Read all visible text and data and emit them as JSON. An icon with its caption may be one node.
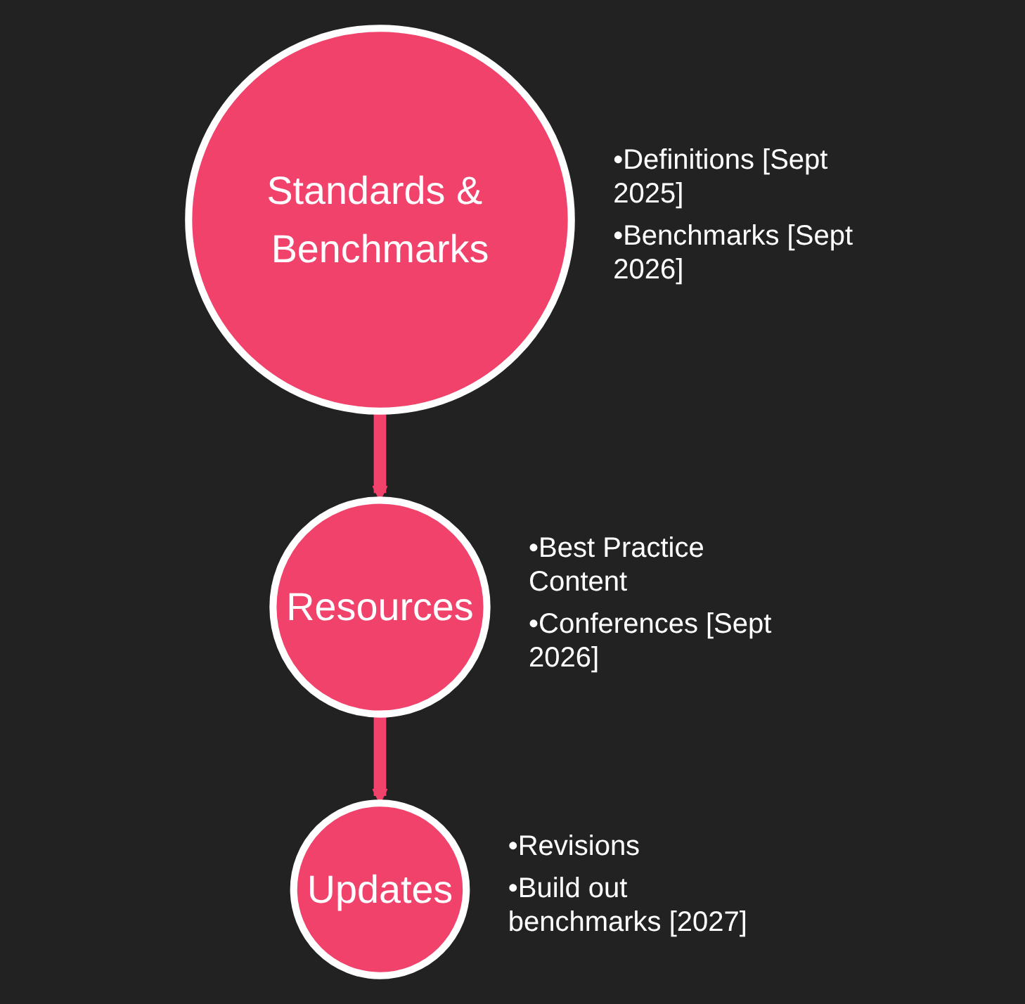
{
  "diagram": {
    "nodes": [
      {
        "text": [
          "Standards & Benchmarks"
        ],
        "beside": [
          "•Definitions [Sept 2025]",
          "•Benchmarks [Sept 2026]"
        ]
      },
      {
        "text": [
          "Resources"
        ],
        "beside": [
          "•Best Practice Content",
          "•Conferences [Sept 2026]"
        ]
      },
      {
        "text": [
          "Updates"
        ],
        "beside": [
          "•Revisions",
          "•Build out benchmarks [2027]"
        ]
      }
    ],
    "edges": [
      {
        "from": 0,
        "to": 1,
        "arrow": "to"
      },
      {
        "from": 1,
        "to": 2,
        "arrow": "to"
      }
    ]
  }
}
